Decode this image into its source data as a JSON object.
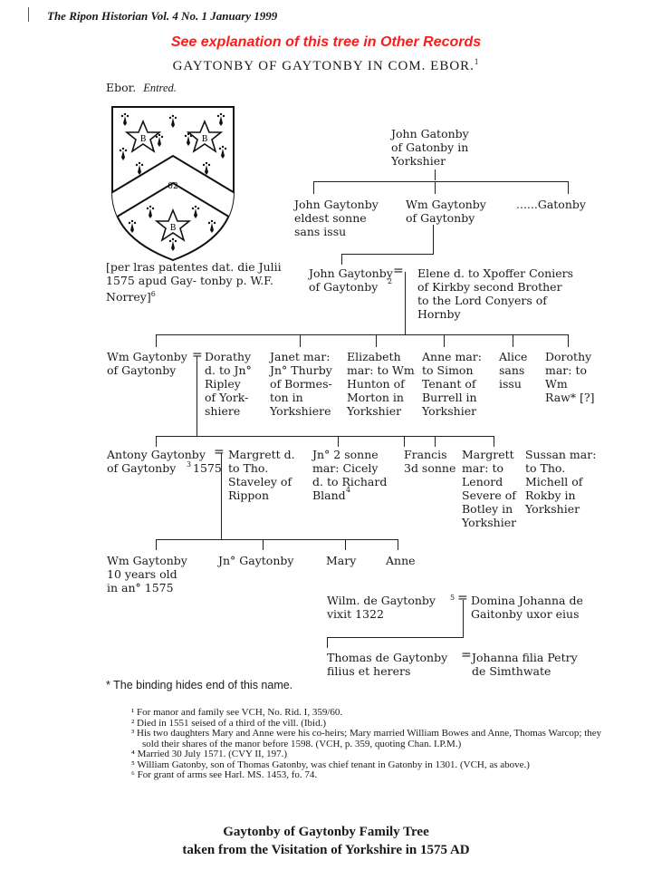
{
  "header": {
    "journal": "The Ripon Historian Vol. 4 No. 1  January 1999",
    "link": "See explanation of this tree in Other Records",
    "title": "GAYTONBY OF GAYTONBY IN COM. EBOR.",
    "title_sup": "1",
    "ebor": "Ebor.",
    "entred": "Entred."
  },
  "shield": {
    "charge_letter": "B",
    "chevron_text": "02"
  },
  "grant_note": "[per lras patentes dat. die Julii 1575 apud Gay- tonby p. W.F. Norrey]",
  "grant_sup": "6",
  "tree": {
    "john_gatonby": "John Gatonby\nof Gatonby in\nYorkshier",
    "john_eldest": "John Gaytonby\neldest sonne\nsans issu",
    "wm_gaytonby_1": "Wm Gaytonby\nof Gaytonby",
    "gatonby_dots": "......Gatonby",
    "john_gaytonby_2": "John Gaytonby\nof Gaytonby",
    "john_gaytonby_2_sup": "2",
    "elene": "Elene d. to Xpoffer Coniers\nof Kirkby second Brother\nto the Lord Conyers of\nHornby",
    "wm_gaytonby_3": "Wm Gaytonby\nof Gaytonby",
    "dorathy": "Dorathy\nd. to Jn°\nRipley\nof York-\nshiere",
    "janet": "Janet mar:\nJn° Thurby\nof Bormes-\nton in\nYorkshiere",
    "elizabeth": "Elizabeth\nmar: to Wm\nHunton of\nMorton in\nYorkshier",
    "anne_1": "Anne mar:\nto Simon\nTenant of\nBurrell in\nYorkshier",
    "alice": "Alice\nsans\nissu",
    "dorothy": "Dorothy\nmar: to\nWm\nRaw* [?]",
    "antony": "Antony Gaytonby\nof Gaytonby",
    "antony_sup": "3",
    "antony_year": "1575",
    "margrett_1": "Margrett d.\nto Tho.\nStaveley of\nRippon",
    "jno_2": "Jn° 2 sonne\nmar: Cicely\nd. to Richard\nBland",
    "jno_2_sup": "4",
    "francis": "Francis\n3d sonne",
    "margrett_2": "Margrett\nmar: to\nLenord\nSevere of\nBotley in\nYorkshier",
    "sussan": "Sussan mar:\nto Tho.\nMichell of\nRokby in\nYorkshier",
    "wm_gaytonby_4": "Wm Gaytonby\n10 years old\nin an° 1575",
    "jno_gaytonby": "Jn° Gaytonby",
    "mary": "Mary",
    "anne_2": "Anne",
    "wilm": "Wilm. de Gaytonby\nvixit 1322",
    "wilm_sup": "5",
    "domina": "Domina Johanna de\nGaitonby uxor eius",
    "thomas": "Thomas de Gaytonby\nfilius et herers",
    "johanna": "Johanna filia Petry\nde Simthwate"
  },
  "star_note": "* The binding hides end of this name.",
  "footnotes": [
    "¹ For manor and family see VCH, No. Rid. I, 359/60.",
    "² Died in 1551 seised of a third of the vill. (Ibid.)",
    "³ His two daughters Mary and Anne were his co-heirs; Mary married William Bowes and Anne, Thomas Warcop; they sold their shares of the manor before 1598. (VCH, p. 359, quoting Chan. I.P.M.)",
    "⁴ Married 30 July 1571. (CVY II, 197.)",
    "⁵ William Gatonby, son of Thomas Gatonby, was chief tenant in Gatonby in 1301. (VCH, as above.)",
    "⁶ For grant of arms see Harl. MS. 1453, fo. 74."
  ],
  "caption": {
    "line1": "Gaytonby of Gaytonby Family Tree",
    "line2": "taken from the Visitation of Yorkshire in 1575 AD"
  }
}
